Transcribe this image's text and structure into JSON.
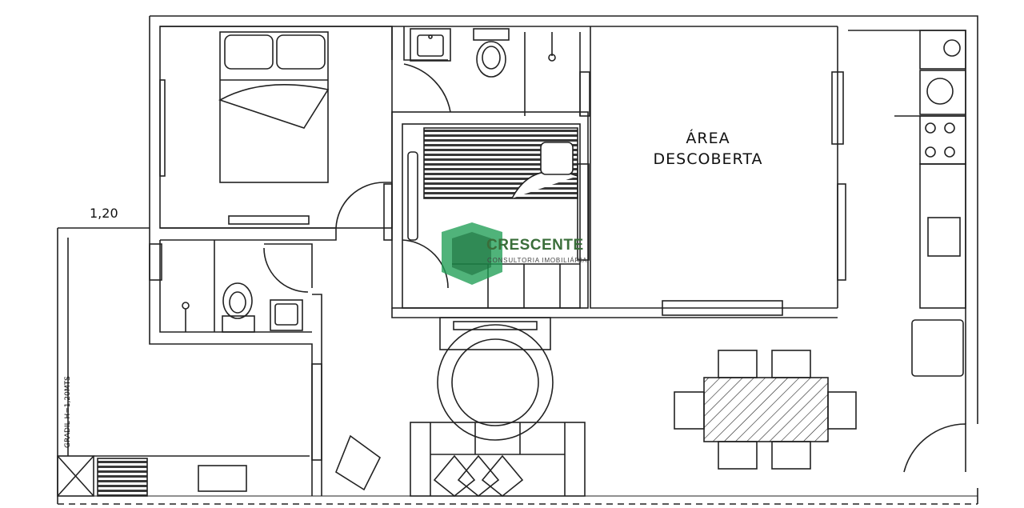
{
  "plan": {
    "area_label_line1": "ÁREA",
    "area_label_line2": "DESCOBERTA",
    "dimension_label": "1,20",
    "railing_note": "GRADIL H=1,20MTS"
  },
  "watermark": {
    "brand": "CRESCENTE",
    "tagline": "CONSULTORIA IMOBILIÁRIA",
    "colors": {
      "primary": "#1f9e55",
      "dark": "#1b6e3c"
    }
  }
}
